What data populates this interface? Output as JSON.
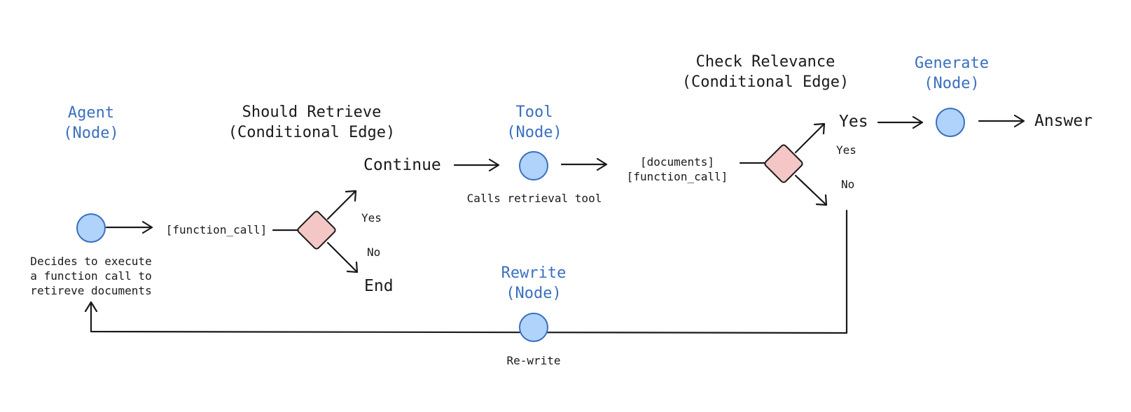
{
  "agent": {
    "title": "Agent",
    "kind": "(Node)",
    "desc": [
      "Decides to execute",
      "a function call to",
      "retireve documents"
    ]
  },
  "should_retrieve": {
    "title": "Should Retrieve",
    "kind": "(Conditional Edge)",
    "yes": "Yes",
    "no": "No",
    "continue": "Continue",
    "end": "End"
  },
  "function_call_1": "[function_call]",
  "tool": {
    "title": "Tool",
    "kind": "(Node)",
    "desc": "Calls retrieval tool"
  },
  "tool_output": [
    "[documents]",
    "[function_call]"
  ],
  "check_relevance": {
    "title": "Check Relevance",
    "kind": "(Conditional Edge)",
    "yes_label": "Yes",
    "no_label": "No",
    "yes_outcome": "Yes"
  },
  "generate": {
    "title": "Generate",
    "kind": "(Node)"
  },
  "answer": "Answer",
  "rewrite": {
    "title": "Rewrite",
    "kind": "(Node)",
    "desc": "Re-write"
  },
  "colors": {
    "node_fill": "#afd3fb",
    "node_stroke": "#3a6fbf",
    "decision_fill": "#f5c6c6",
    "heading_blue": "#3a6fbf"
  }
}
